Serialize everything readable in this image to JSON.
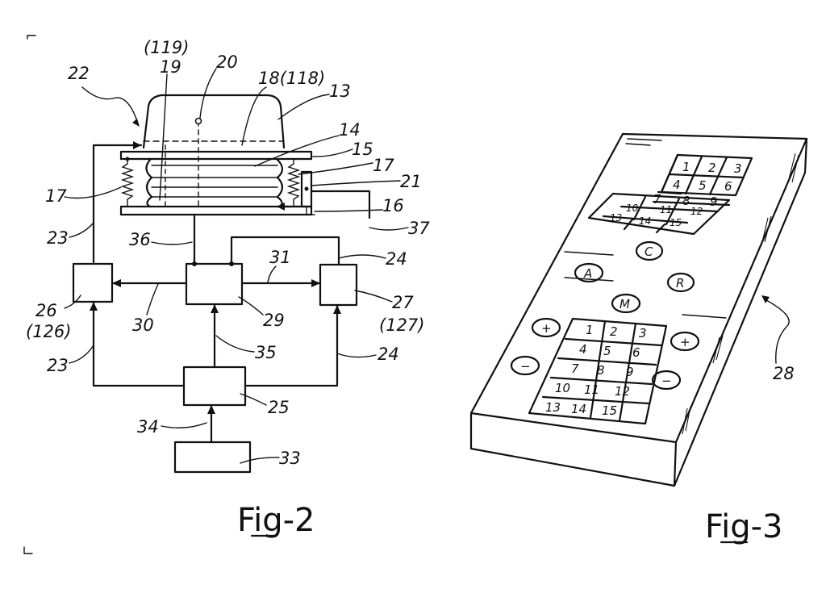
{
  "figure2": {
    "caption": "Fig-2",
    "labels": {
      "l119": "(119)",
      "l19": "19",
      "l20": "20",
      "l18": "18(118)",
      "l13": "13",
      "l22": "22",
      "l14": "14",
      "l15": "15",
      "l17a": "17",
      "l21": "21",
      "l17b": "17",
      "l16": "16",
      "l37": "37",
      "l23a": "23",
      "l36": "36",
      "l31": "31",
      "l24a": "24",
      "l26": "26",
      "l126": "(126)",
      "l30": "30",
      "l29": "29",
      "l27": "27",
      "l127": "(127)",
      "l35": "35",
      "l23b": "23",
      "l24b": "24",
      "l25": "25",
      "l34": "34",
      "l33": "33"
    }
  },
  "figure3": {
    "caption": "Fig-3",
    "device_label": "28",
    "upper_keypad": [
      "1",
      "2",
      "3",
      "4",
      "5",
      "6",
      "7",
      "8",
      "9",
      "10",
      "11",
      "12",
      "13",
      "14",
      "15"
    ],
    "function_keys": {
      "c": "C",
      "a": "A",
      "r": "R",
      "m": "M",
      "plus_left": "+",
      "minus_left": "−",
      "plus_right": "+",
      "minus_right": "−"
    },
    "lower_keypad": [
      "1",
      "2",
      "3",
      "4",
      "5",
      "6",
      "7",
      "8",
      "9",
      "10",
      "11",
      "12",
      "13",
      "14",
      "15"
    ]
  }
}
